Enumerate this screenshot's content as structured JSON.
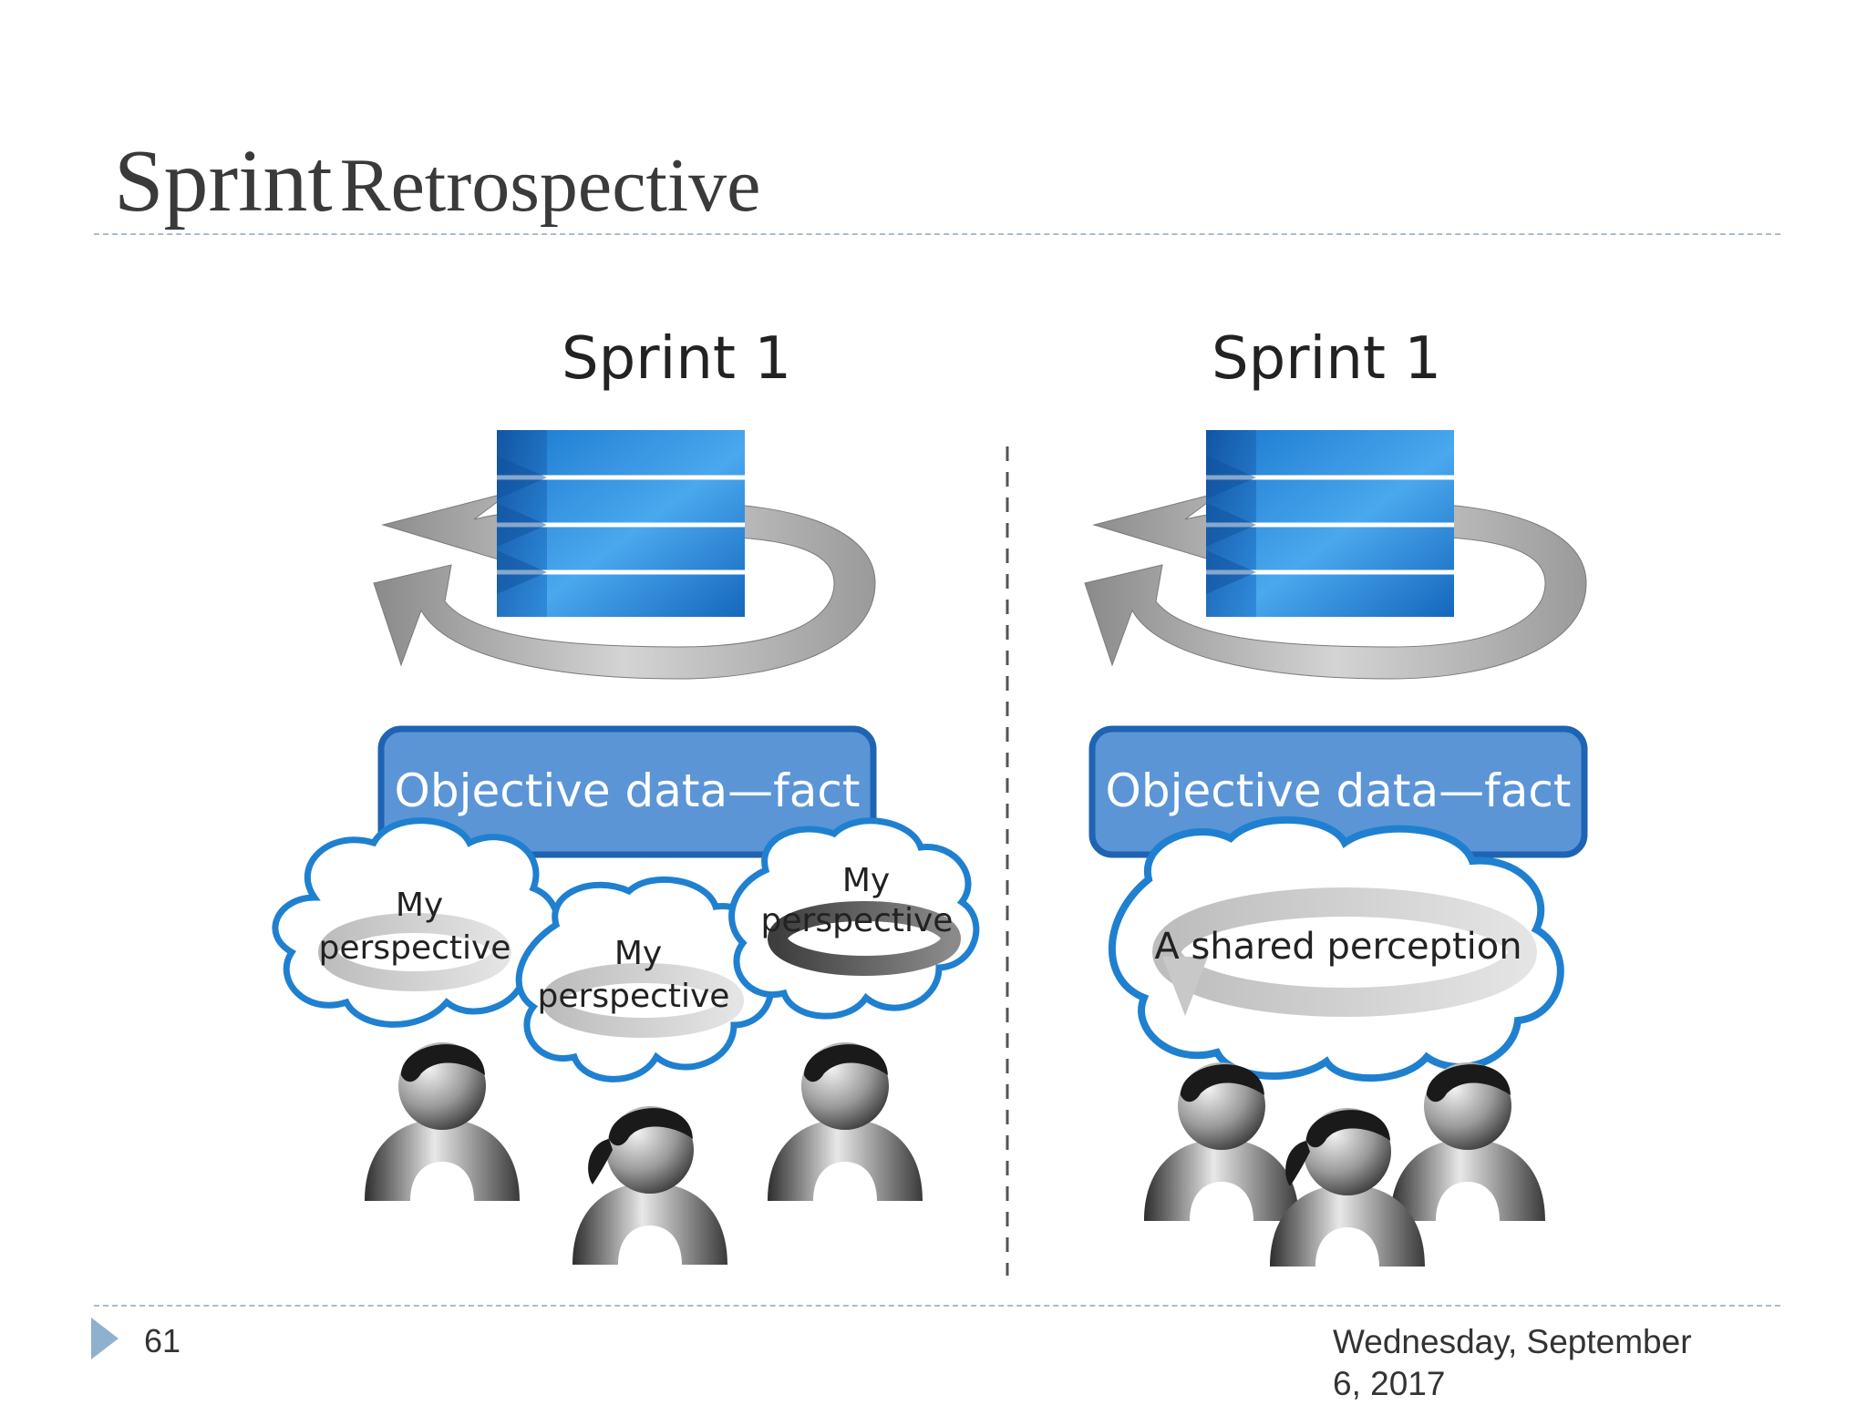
{
  "slide": {
    "title_word1": "Sprint",
    "title_word2": "Retrospective",
    "page_number": "61",
    "date": "Wednesday, September 6, 2017"
  },
  "left_panel": {
    "sprint_label": "Sprint 1",
    "fact_label": "Objective data—fact",
    "cloud_1": [
      "My",
      "perspective"
    ],
    "cloud_2": [
      "My",
      "perspective"
    ],
    "cloud_3": [
      "My",
      "perspective"
    ]
  },
  "right_panel": {
    "sprint_label": "Sprint 1",
    "fact_label": "Objective data—fact",
    "shared_cloud": "A shared perception"
  },
  "colors": {
    "title": "#3a3a3a",
    "rule": "#a8bcd0",
    "bullet": "#8fb1cf",
    "fact_box": "#5b95d6",
    "fact_box_border": "#1f63b3",
    "stack_blue": "#1a7fd4",
    "cloud_border": "#1f80d0"
  }
}
